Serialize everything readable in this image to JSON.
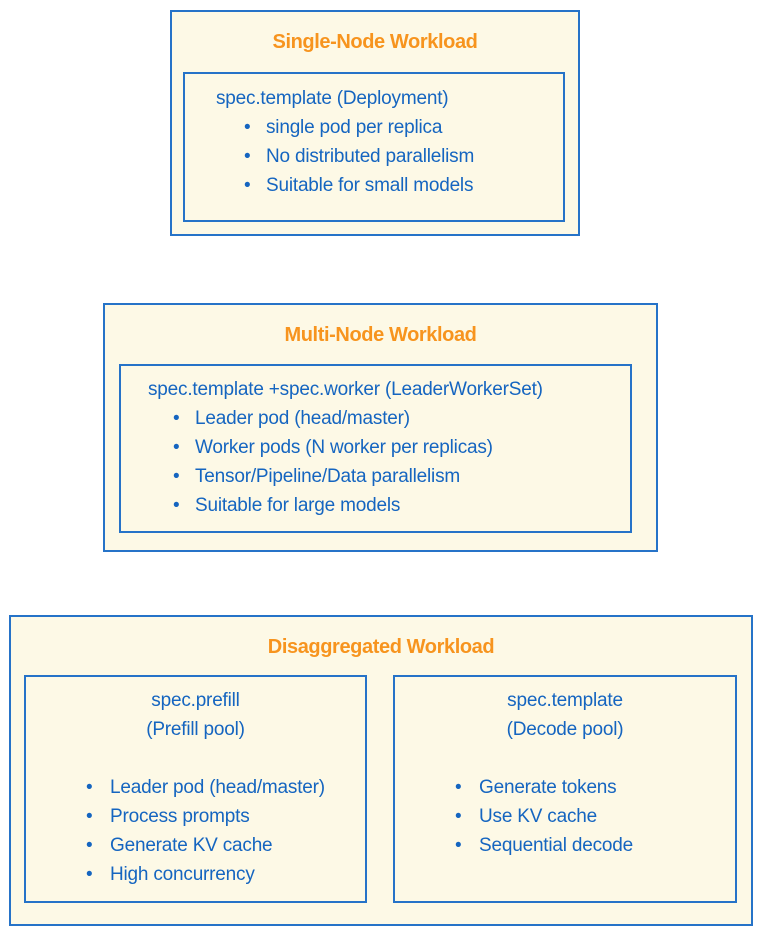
{
  "colors": {
    "page_background": "#FFFFFF",
    "panel_fill": "#FDF9E6",
    "border_blue": "#2673C8",
    "body_text_blue": "#1565C0",
    "title_orange": "#F7941E"
  },
  "sections": [
    {
      "title": "Single-Node Workload",
      "panels": [
        {
          "header_lines": [
            "spec.template (Deployment)"
          ],
          "bullets": [
            "single pod per replica",
            "No distributed parallelism",
            "Suitable for small models"
          ]
        }
      ]
    },
    {
      "title": "Multi-Node Workload",
      "panels": [
        {
          "header_lines": [
            "spec.template +spec.worker (LeaderWorkerSet)"
          ],
          "bullets": [
            "Leader pod (head/master)",
            "Worker pods (N worker per replicas)",
            "Tensor/Pipeline/Data parallelism",
            "Suitable for large models"
          ]
        }
      ]
    },
    {
      "title": "Disaggregated Workload",
      "panels": [
        {
          "header_lines": [
            "spec.prefill",
            "(Prefill pool)"
          ],
          "bullets": [
            "Leader pod (head/master)",
            "Process prompts",
            "Generate KV cache",
            "High concurrency"
          ]
        },
        {
          "header_lines": [
            "spec.template",
            "(Decode pool)"
          ],
          "bullets": [
            "Generate tokens",
            "Use KV cache",
            "Sequential decode"
          ]
        }
      ]
    }
  ]
}
